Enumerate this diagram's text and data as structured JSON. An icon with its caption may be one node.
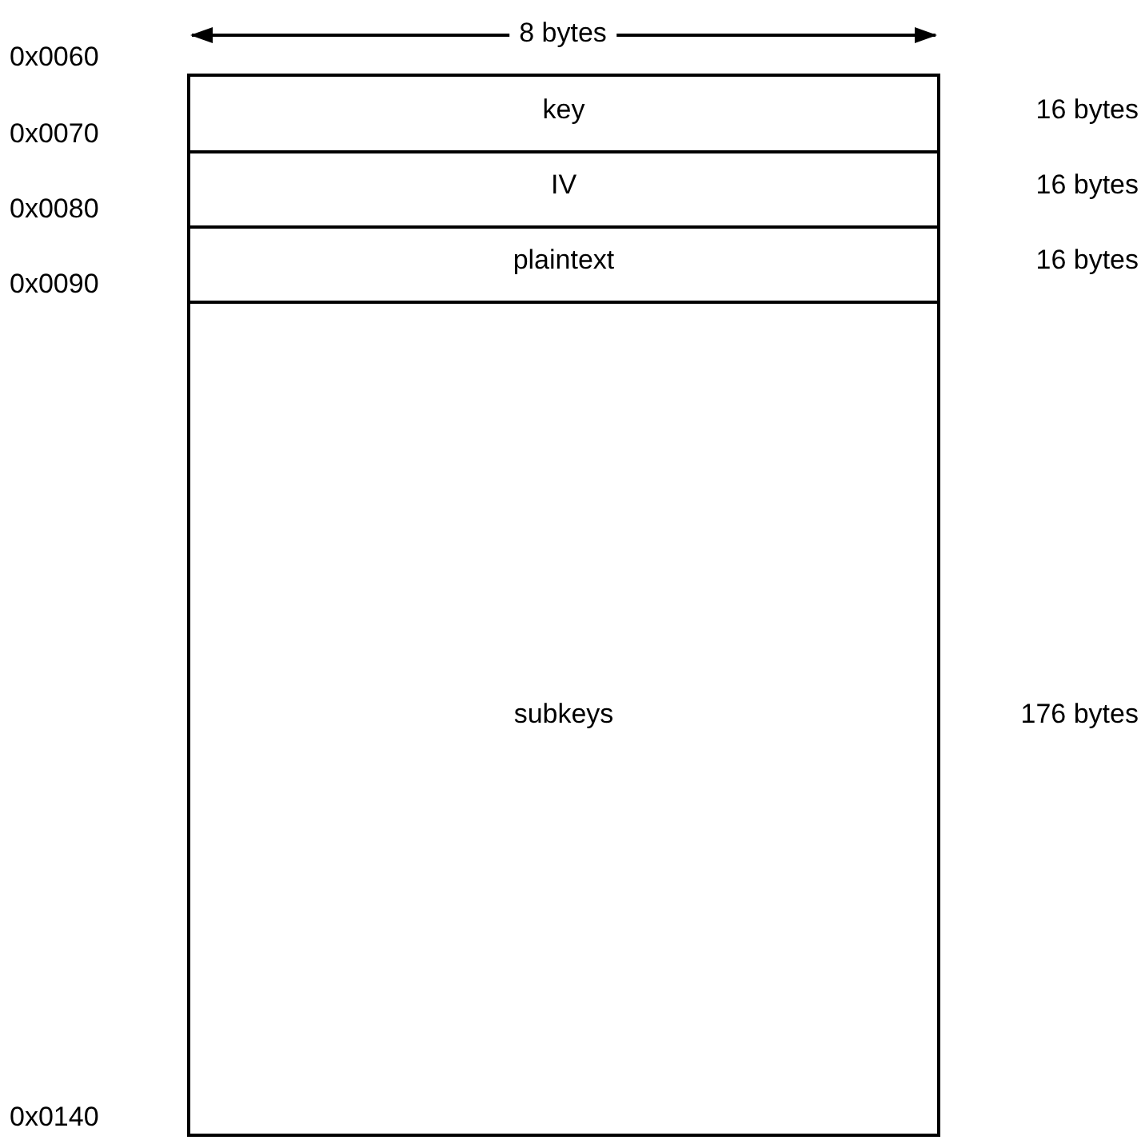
{
  "diagram": {
    "nodes": [
      {
        "text": [
          "key"
        ],
        "beside": [
          "16 bytes"
        ]
      },
      {
        "text": [
          "IV"
        ],
        "beside": [
          "16 bytes"
        ]
      },
      {
        "text": [
          "plaintext"
        ],
        "beside": [
          "16 bytes"
        ]
      },
      {
        "text": [
          "subkeys"
        ],
        "beside": [
          "176 bytes"
        ]
      }
    ],
    "labels": [
      "8 bytes",
      "0x0060",
      "0x0070",
      "0x0080",
      "0x0090",
      "0x0140"
    ]
  }
}
